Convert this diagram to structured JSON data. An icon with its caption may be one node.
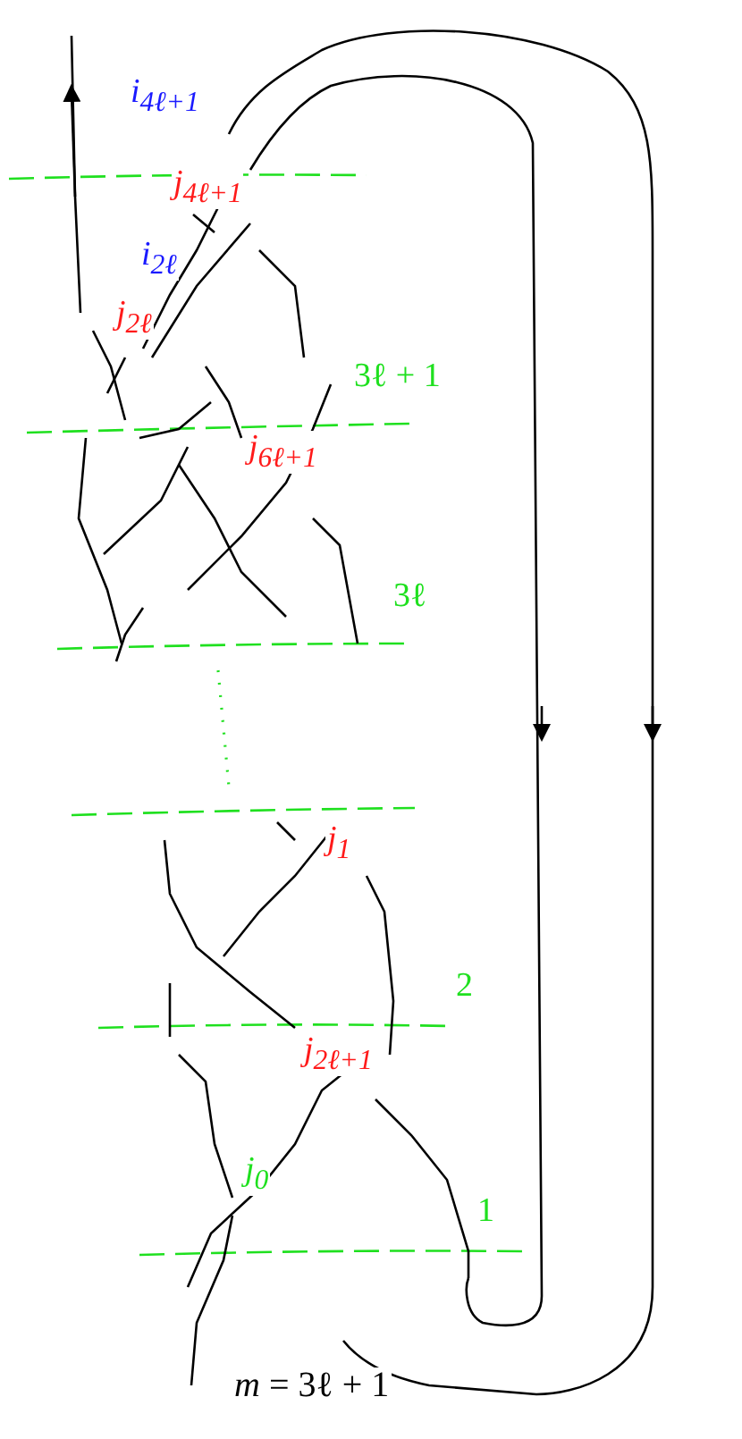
{
  "diagram": {
    "labels": [
      "i$_{4ℓ+1}$",
      "j$_{4ℓ+1}$",
      "i$_{2ℓ}$",
      "j$_{2ℓ}$",
      "3ℓ + 1",
      "j$_{6ℓ+1}$",
      "3ℓ",
      "j$_{1}$",
      "2",
      "j$_{2ℓ+1}$",
      "j$_{0}$",
      "1",
      "*m* = 3ℓ + 1"
    ]
  }
}
